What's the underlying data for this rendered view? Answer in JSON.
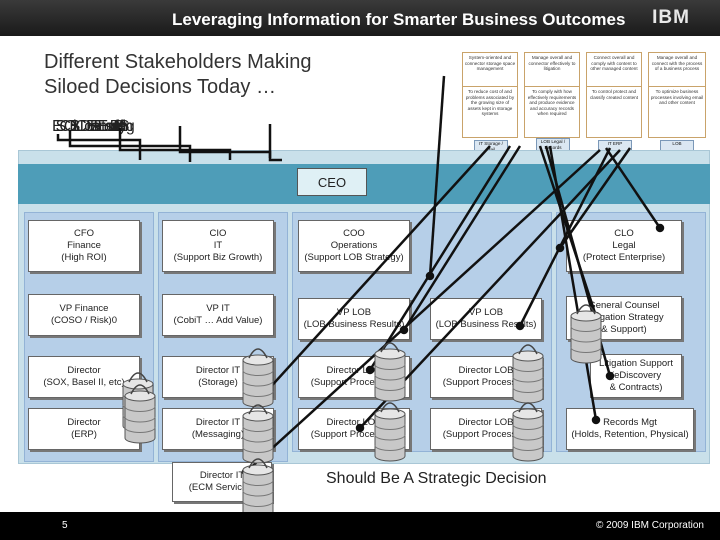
{
  "header": {
    "title": "Leveraging Information for Smarter Business Outcomes",
    "logo": "IBM"
  },
  "slide": {
    "title_line1": "Different Stakeholders Making",
    "title_line2": "Siloed Decisions Today …",
    "overlapping_text": "ESCOBiSLCDoEEIsaEEtmsouBLlurecdeSlfiCcymg",
    "statement": "Should Be A Strategic Decision",
    "page_number": "5",
    "copyright": "© 2009 IBM Corporation"
  },
  "org": {
    "ceo": "CEO",
    "cfo": {
      "l1": "CFO",
      "l2": "Finance",
      "l3": "(High ROI)"
    },
    "cio": {
      "l1": "CIO",
      "l2": "IT",
      "l3": "(Support Biz Growth)"
    },
    "coo": {
      "l1": "COO",
      "l2": "Operations",
      "l3": "(Support LOB Strategy)"
    },
    "clo": {
      "l1": "CLO",
      "l2": "Legal",
      "l3": "(Protect Enterprise)"
    },
    "vp_finance": {
      "l1": "VP Finance",
      "l2": "(COSO / Risk)0"
    },
    "vp_it": {
      "l1": "VP IT",
      "l2": "(CobiT … Add Value)"
    },
    "vp_lob1": {
      "l1": "VP LOB",
      "l2": "(LOB Business Results)"
    },
    "vp_lob2": {
      "l1": "VP LOB",
      "l2": "(LOB Business Results)"
    },
    "general_counsel": {
      "l1": "General Counsel",
      "l2": "(Litigation Strategy",
      "l3": "& Support)"
    },
    "director_sox": {
      "l1": "Director",
      "l2": "(SOX, Basel II, etc)"
    },
    "director_it_storage": {
      "l1": "Director IT",
      "l2": "(Storage)"
    },
    "director_lob_support1": {
      "l1": "Director LOB",
      "l2": "(Support Processes)"
    },
    "director_lob_support2": {
      "l1": "Director LOB",
      "l2": "(Support Processes)"
    },
    "litigation_support": {
      "l1": "Litigation Support",
      "l2": "(eDiscovery",
      "l3": "& Contracts)"
    },
    "director_erp": {
      "l1": "Director",
      "l2": "(ERP)"
    },
    "director_it_messaging": {
      "l1": "Director IT",
      "l2": "(Messaging)"
    },
    "director_lob_support3": {
      "l1": "Director LOB",
      "l2": "(Support Processes)"
    },
    "director_lob_support4": {
      "l1": "Director LOB",
      "l2": "(Support Processes)"
    },
    "records_mgt": {
      "l1": "Records Mgt",
      "l2": "(Holds, Retention, Physical)"
    },
    "director_it_ecm": {
      "l1": "Director IT",
      "l2": "(ECM Services)"
    }
  },
  "stakeholder_cards": [
    {
      "top": "System-oriented and connector storage space management",
      "bottom": "To reduce cost of and problems associated by the growing size of assets kept in storage systems",
      "tag": "IT Storage / Mail"
    },
    {
      "top": "Manage overall and connector effectively to litigation",
      "bottom": "To comply with how effectively requirements and produce evidence and accuracy records when required",
      "tag": "LOB Legal / Records"
    },
    {
      "top": "Connect overall and comply with content to other managed content",
      "bottom": "To control protect and classify created content",
      "tag": "IT ERP"
    },
    {
      "top": "Manage overall and connect with the process of a business process",
      "bottom": "To optimize business processes involving email and other content",
      "tag": "LOB"
    }
  ],
  "icons": {
    "database": "database-cylinder-icon"
  },
  "colors": {
    "org_panel": "#c9e0ea",
    "ceo_band": "#4e9db8",
    "connector": "#000000"
  }
}
